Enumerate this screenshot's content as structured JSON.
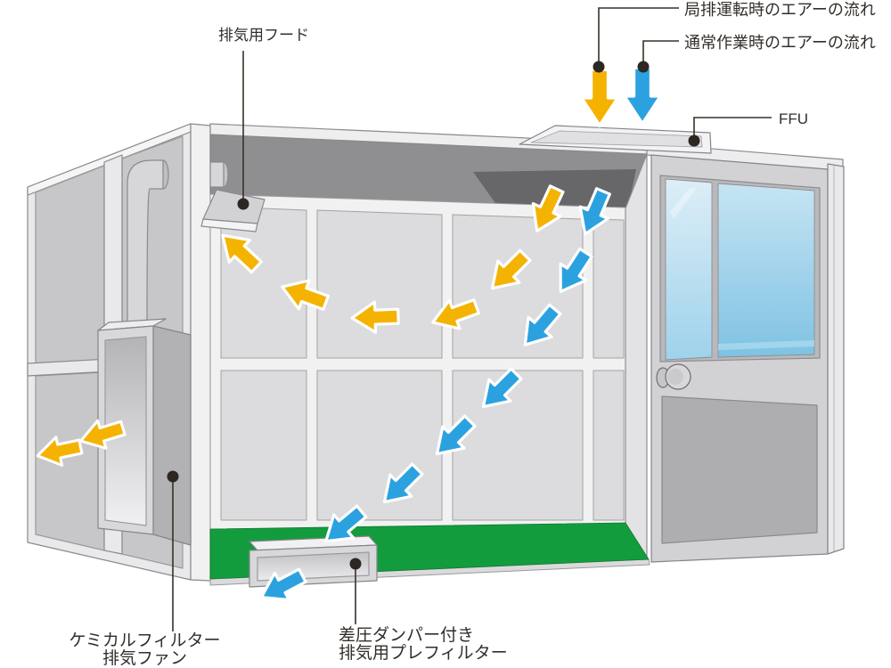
{
  "diagram": {
    "type": "clean-booth-airflow-diagram",
    "labels": {
      "local_exhaust_airflow": "局排運転時のエアーの流れ",
      "normal_airflow": "通常作業時のエアーの流れ",
      "ffu": "FFU",
      "exhaust_hood": "排気用フード",
      "chemical_filter_fan_line1": "ケミカルフィルター",
      "chemical_filter_fan_line2": "排気ファン",
      "prefilter_line1": "差圧ダンパー付き",
      "prefilter_line2": "排気用プレフィルター"
    },
    "colors": {
      "local_exhaust_arrow": "#f5b301",
      "normal_arrow": "#2ba2df",
      "floor": "#139c3e",
      "ceiling": "#8f8f92",
      "ffu_opening": "#67676a",
      "door_window": "#8ec9e6"
    }
  }
}
